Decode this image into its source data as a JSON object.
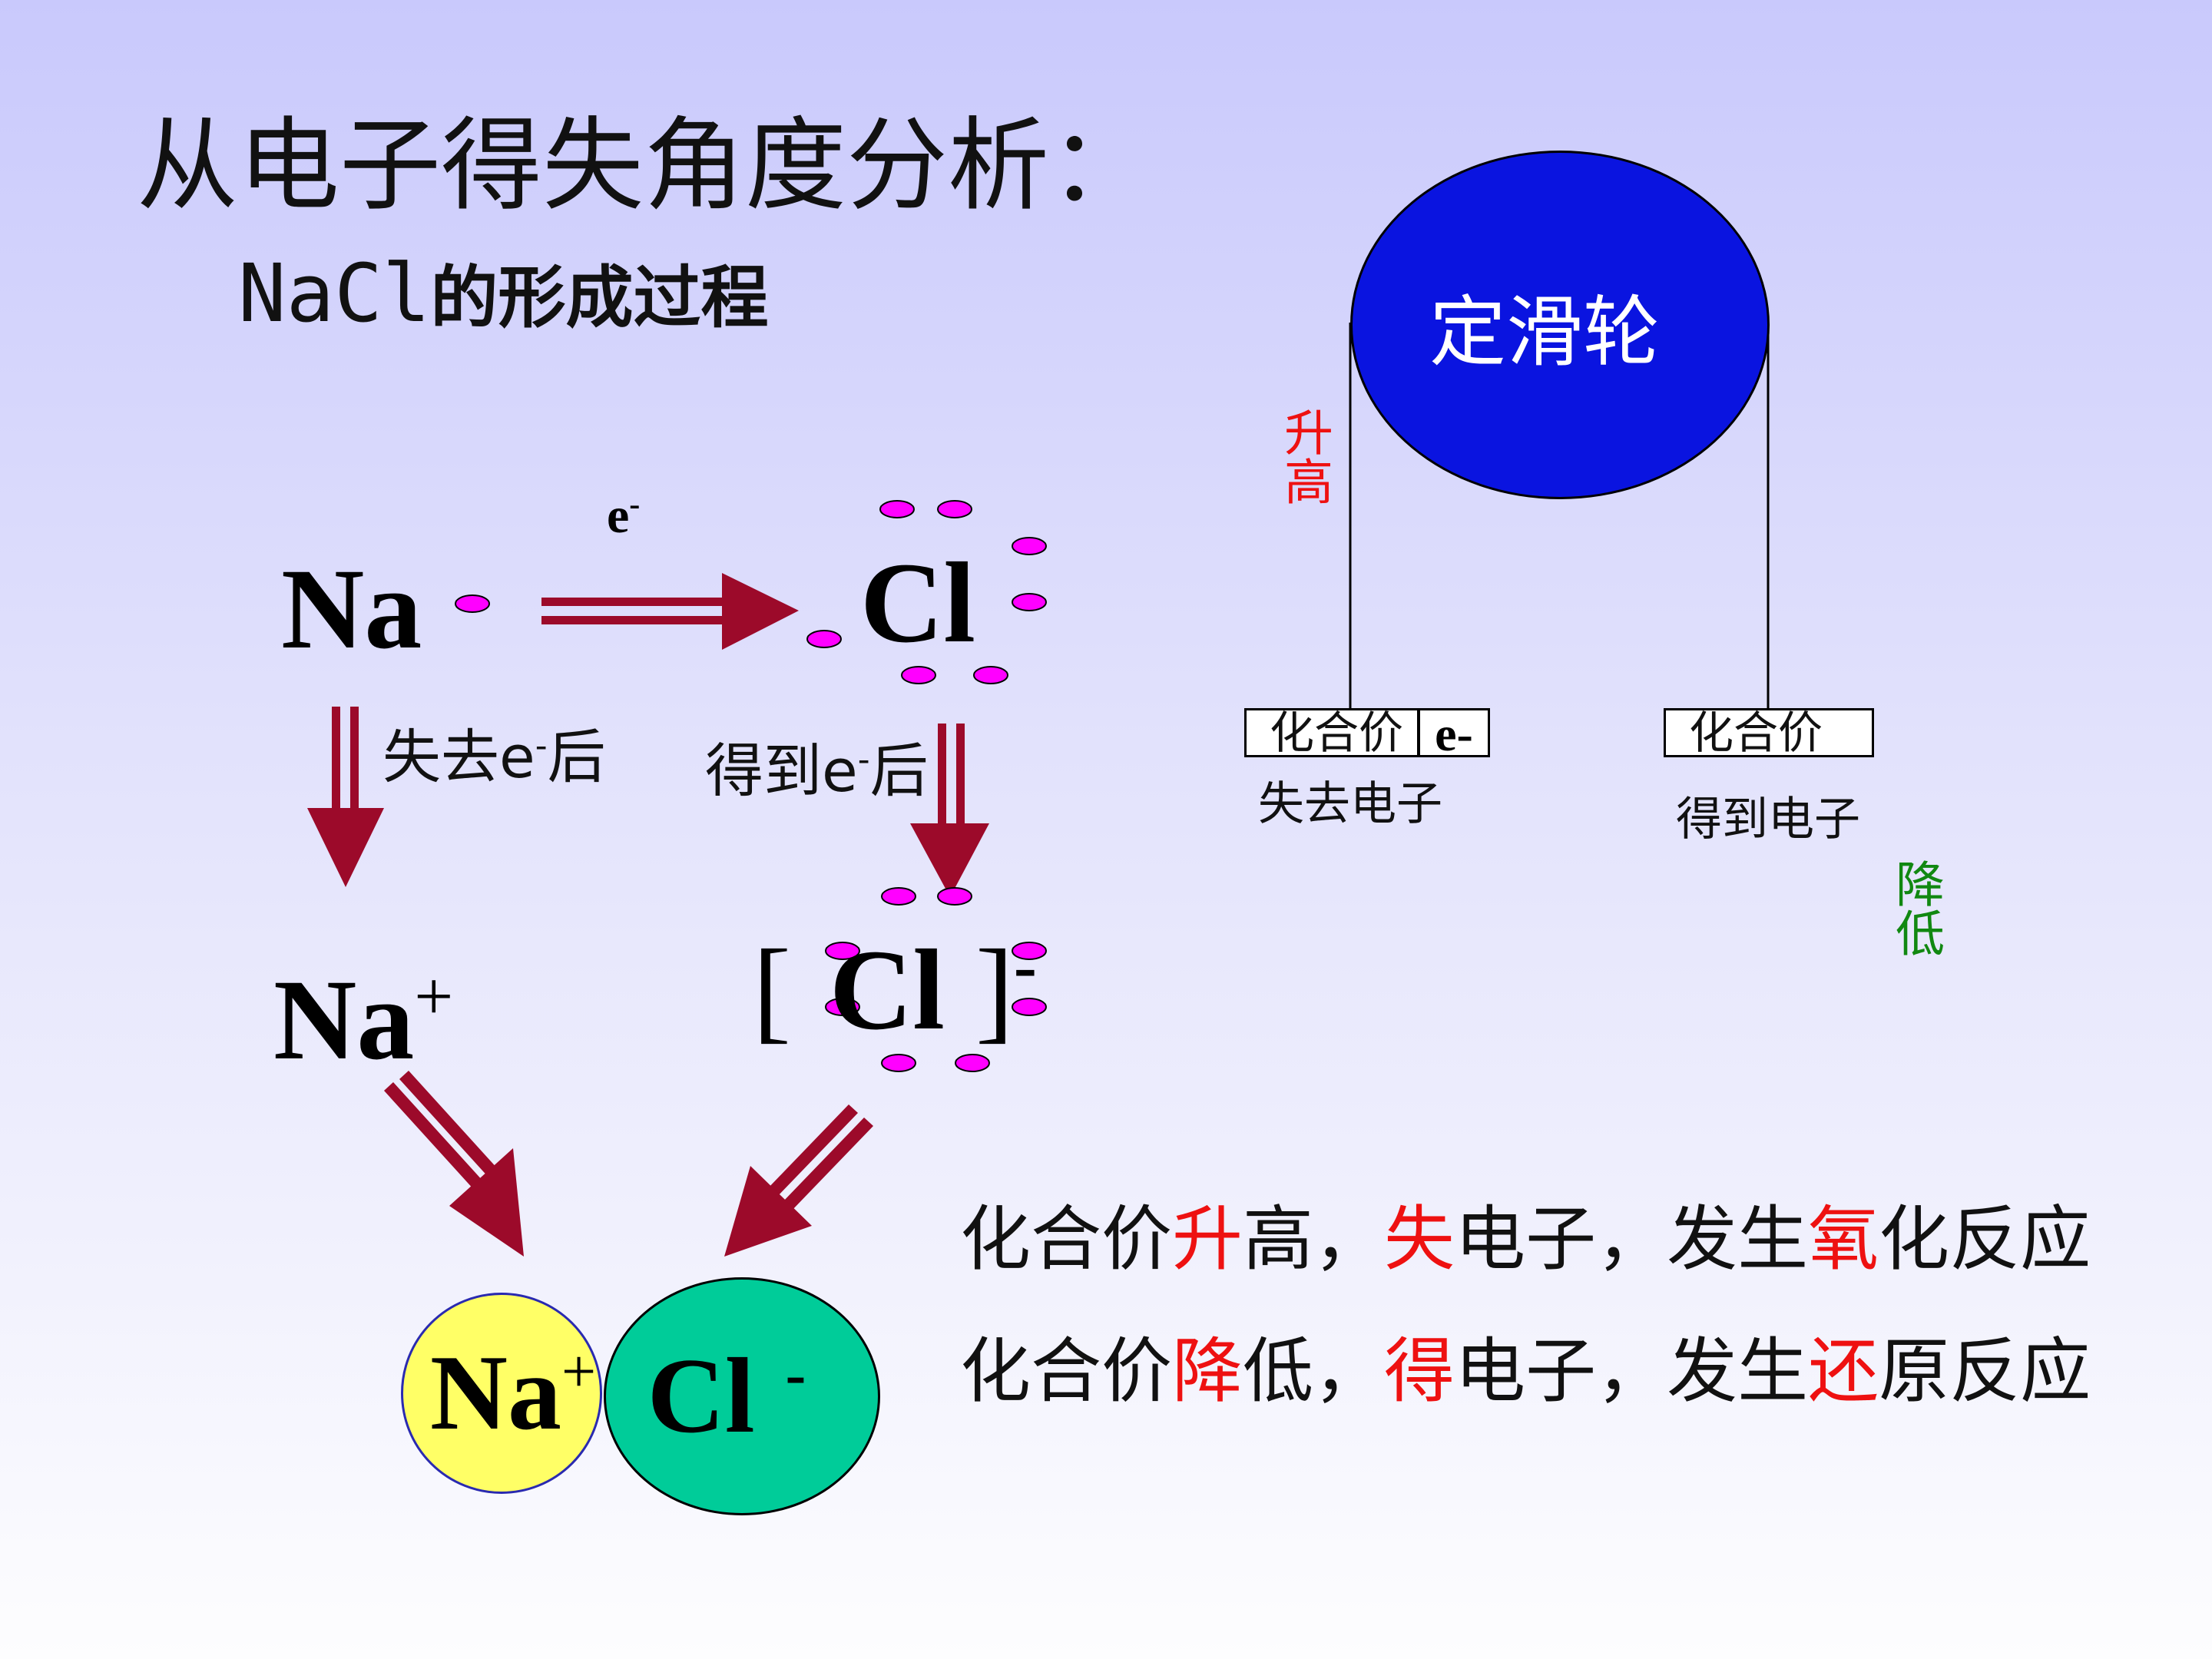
{
  "title": "从电子得失角度分析：",
  "subtitle": {
    "formula": "NaCl",
    "text": "的形成过程"
  },
  "atoms": {
    "na": "Na",
    "cl": "Cl",
    "electron_label": "e",
    "electron_sup": "-",
    "na_ion": "Na",
    "na_ion_sup": "+",
    "cl_ion_open": "[",
    "cl_ion": "Cl",
    "cl_ion_close": "]",
    "cl_ion_sup": "-"
  },
  "steps": {
    "lose": {
      "pre": "失去e",
      "sup": "-",
      "post": "后"
    },
    "gain": {
      "pre": "得到e",
      "sup": "-",
      "post": "后"
    }
  },
  "product": {
    "na": "Na",
    "na_sup": "+",
    "cl": "Cl",
    "cl_sup": "-",
    "na_fill": "#ffff66",
    "cl_fill": "#00cc99"
  },
  "pulley": {
    "label": "定滑轮",
    "fill": "#0a14e0",
    "left_box": "化合价",
    "left_electron": "e-",
    "right_box": "化合价",
    "left_caption": "失去电子",
    "right_caption": "得到电子",
    "rise": "升高",
    "fall": "降低"
  },
  "summary": {
    "line1": [
      {
        "text": "化合价",
        "color": "#111111"
      },
      {
        "text": "升",
        "color": "#ee1111"
      },
      {
        "text": "高，",
        "color": "#111111"
      },
      {
        "text": "失",
        "color": "#ee1111"
      },
      {
        "text": "电子，发生",
        "color": "#111111"
      },
      {
        "text": "氧",
        "color": "#ee1111"
      },
      {
        "text": "化反应",
        "color": "#111111"
      }
    ],
    "line2": [
      {
        "text": "化合价",
        "color": "#111111"
      },
      {
        "text": "降",
        "color": "#ee1111"
      },
      {
        "text": "低，",
        "color": "#111111"
      },
      {
        "text": "得",
        "color": "#ee1111"
      },
      {
        "text": "电子，发生",
        "color": "#111111"
      },
      {
        "text": "还",
        "color": "#ee1111"
      },
      {
        "text": "原反应",
        "color": "#111111"
      }
    ]
  },
  "colors": {
    "arrow": "#9c0a2a",
    "electron_dot": "#ff00ff",
    "rise": "#ee1111",
    "fall": "#118811"
  }
}
